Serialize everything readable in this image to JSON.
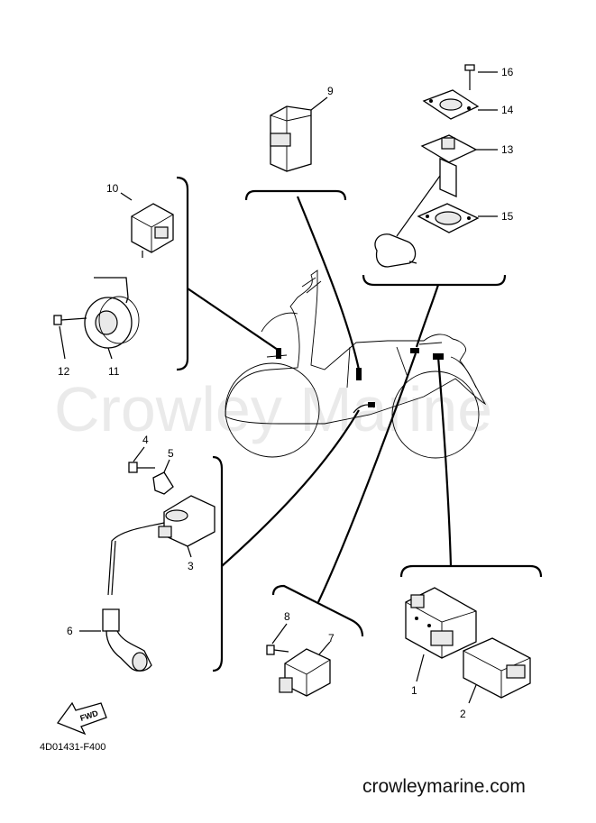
{
  "watermark": "Crowley Marine",
  "diagram_code": "4D01431-F400",
  "site": "crowleymarine.com",
  "fwd_label": "FWD",
  "callouts": {
    "c1": "1",
    "c2": "2",
    "c3": "3",
    "c4": "4",
    "c5": "5",
    "c6": "6",
    "c7": "7",
    "c8": "8",
    "c9": "9",
    "c10": "10",
    "c11": "11",
    "c12": "12",
    "c13": "13",
    "c14": "14",
    "c15": "15",
    "c16": "16"
  }
}
